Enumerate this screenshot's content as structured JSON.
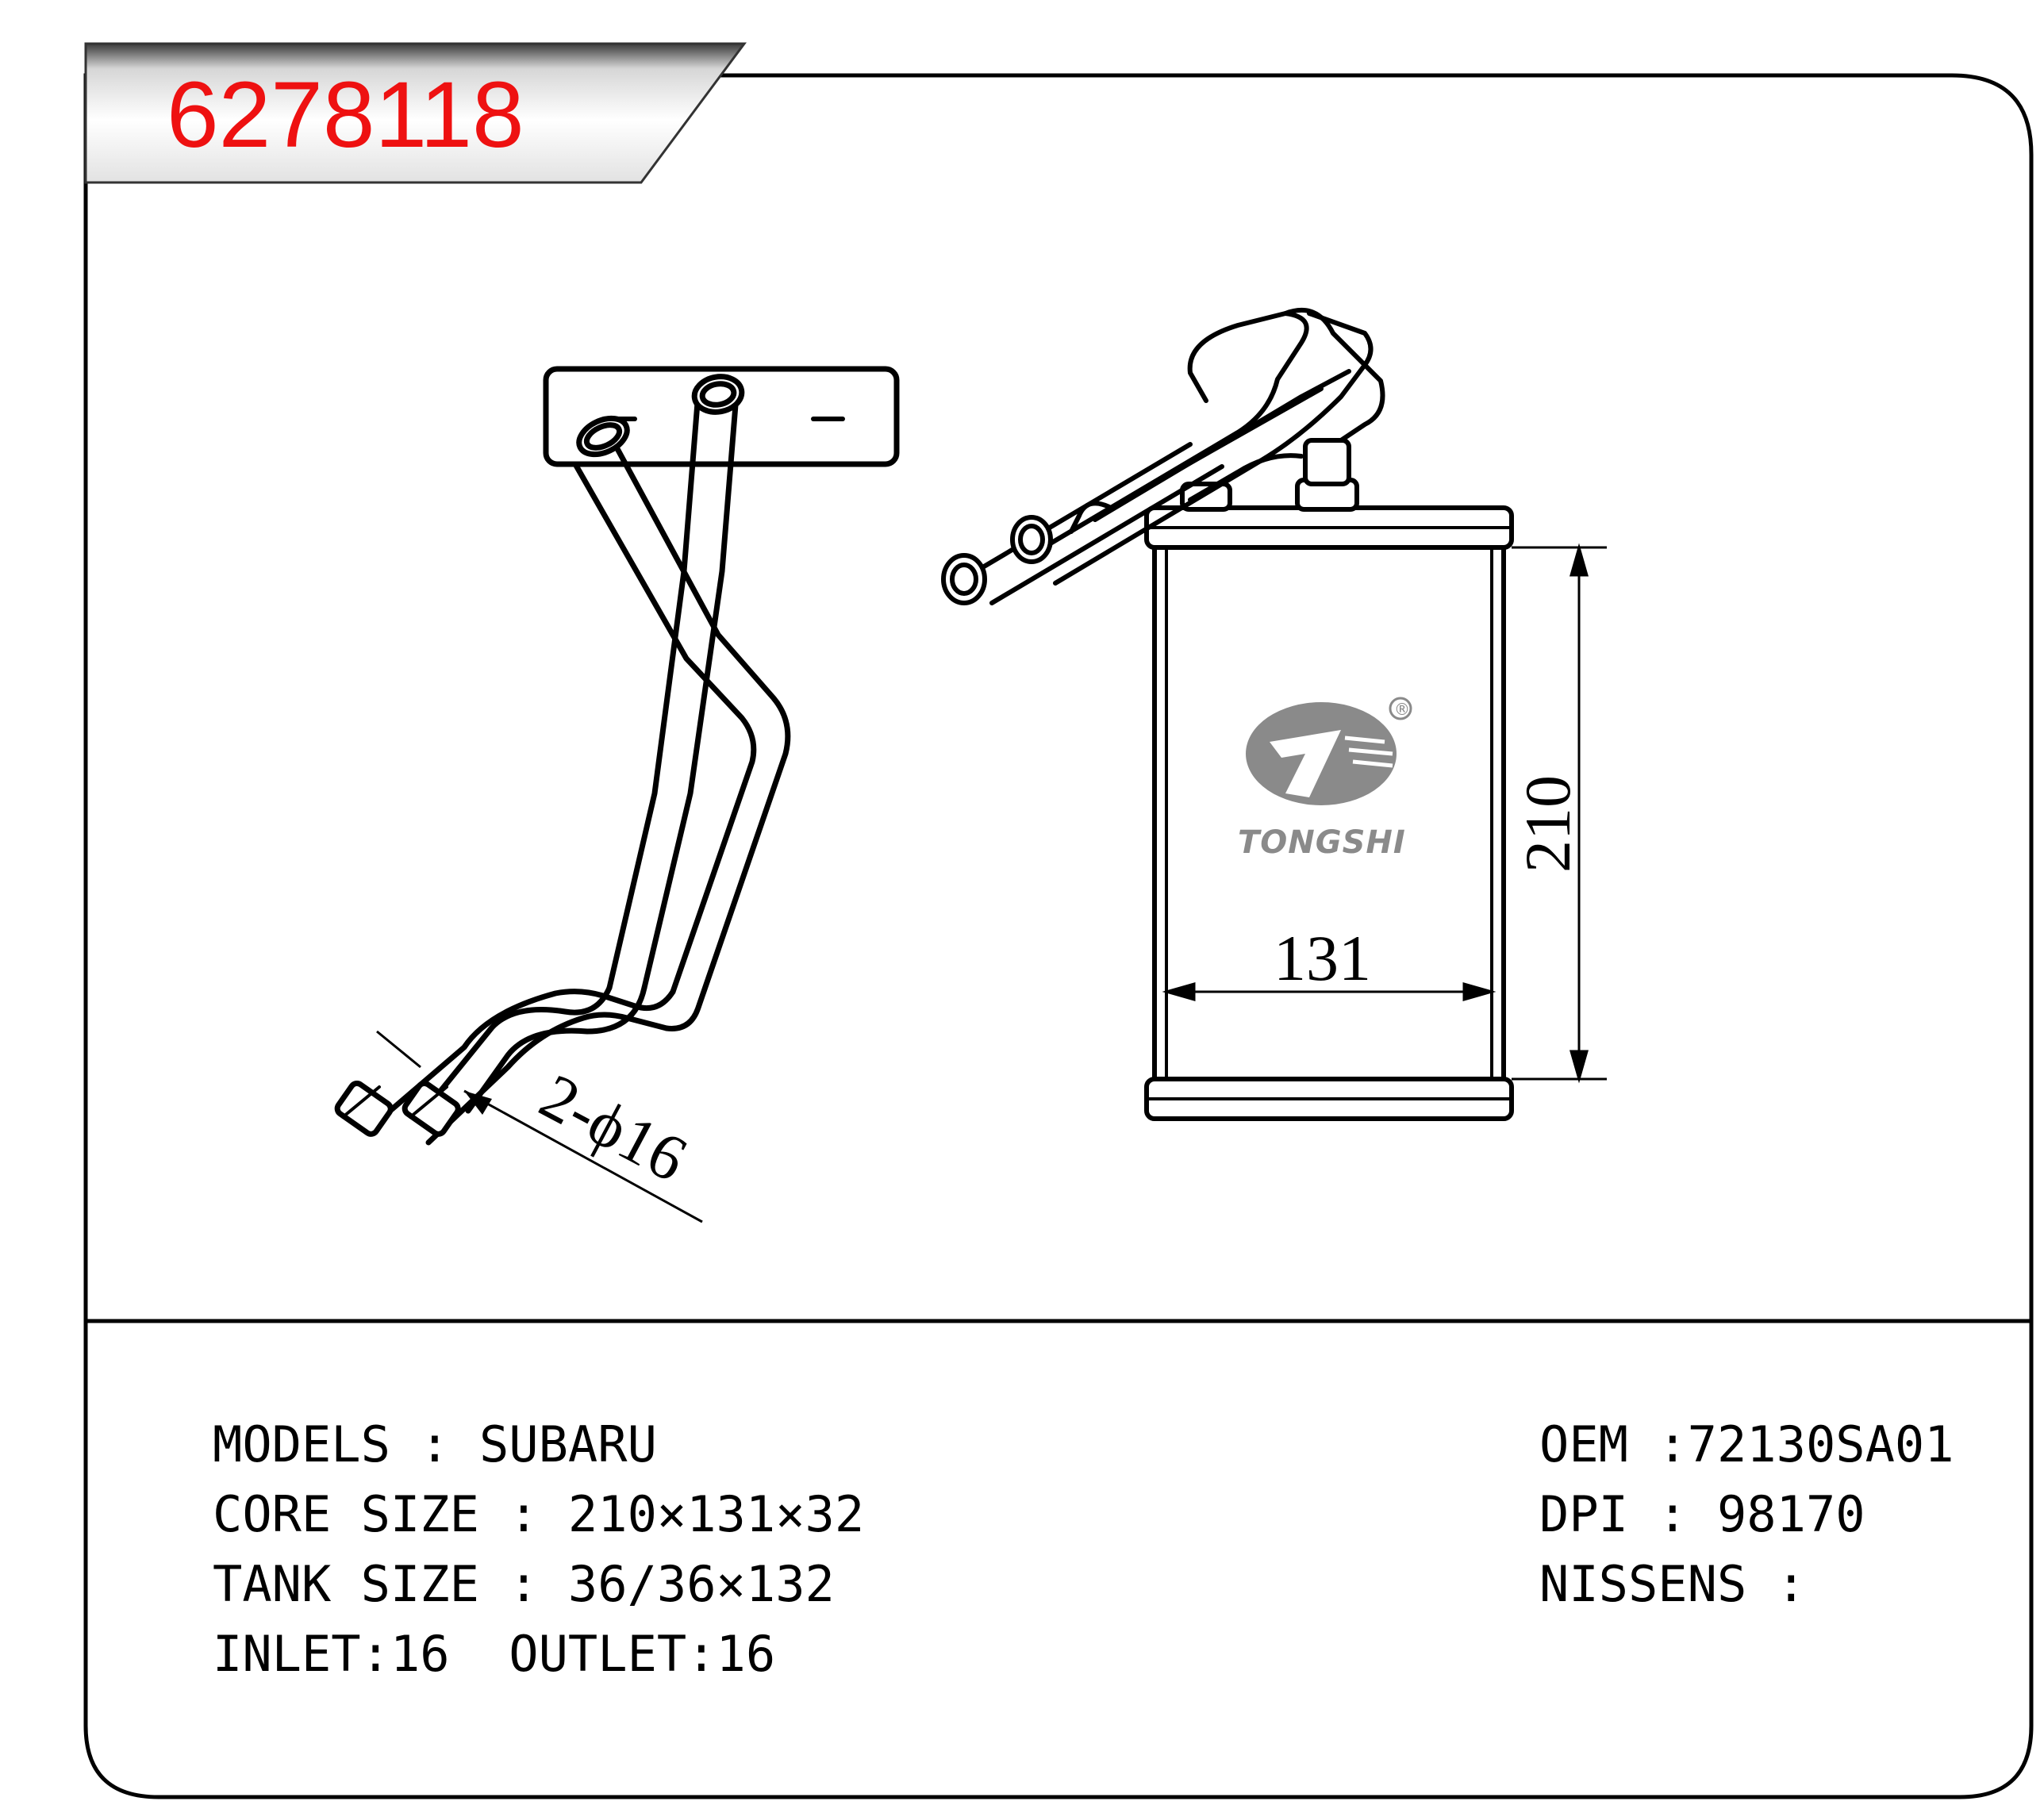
{
  "part_number": "6278118",
  "brand": {
    "name": "TONGSHI",
    "registered_mark": "®"
  },
  "drawing": {
    "core_width_label": "131",
    "core_height_label": "210",
    "pipe_label": "2-ϕ16"
  },
  "specs": {
    "models": "MODELS : SUBARU",
    "core_size": "CORE SIZE : 210×131×32",
    "tank_size": "TANK SIZE : 36/36×132",
    "inlet_outlet": "INLET:16  OUTLET:16",
    "oem": "OEM :72130SA01",
    "dpi": "DPI : 98170",
    "nissens": "NISSENS :"
  },
  "colors": {
    "part_number": "#ee1111",
    "line": "#000000",
    "logo": "#8a8a8a"
  }
}
